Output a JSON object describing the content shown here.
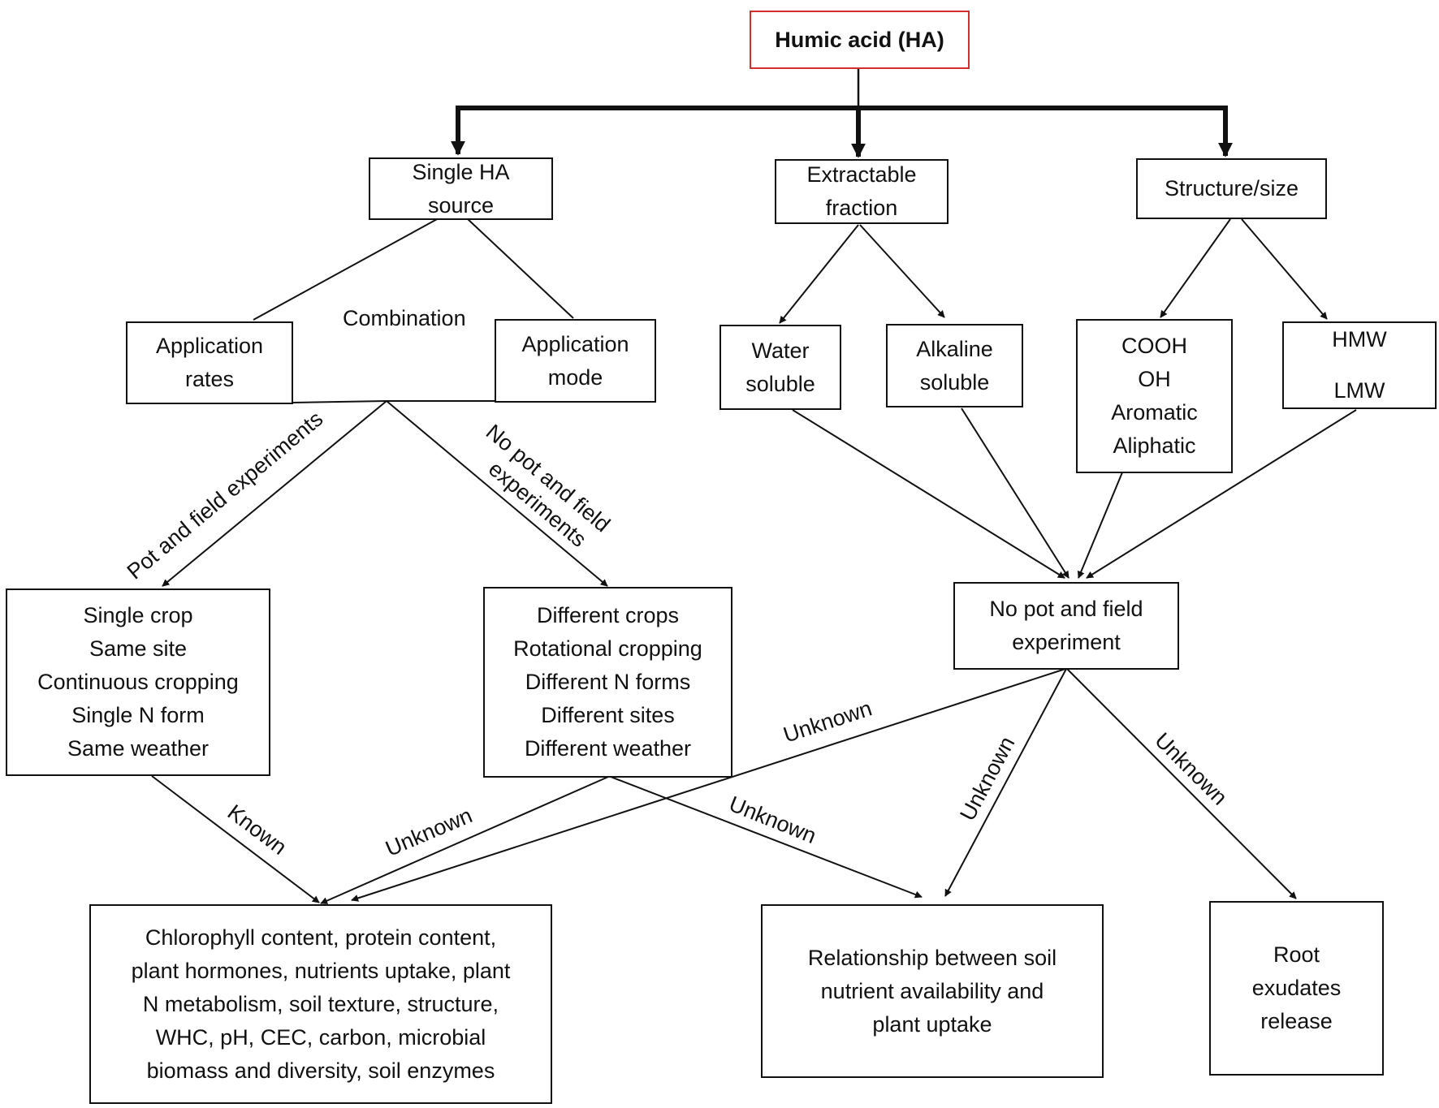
{
  "nodes": {
    "root": [
      "Humic acid (HA)"
    ],
    "single_source": [
      "Single HA",
      "source"
    ],
    "extractable": [
      "Extractable",
      "fraction"
    ],
    "structure": [
      "Structure/size"
    ],
    "app_rates": [
      "Application",
      "rates"
    ],
    "app_mode": [
      "Application",
      "mode"
    ],
    "water": [
      "Water",
      "soluble"
    ],
    "alkaline": [
      "Alkaline",
      "soluble"
    ],
    "groups": [
      "COOH",
      "OH",
      "Aromatic",
      "Aliphatic"
    ],
    "mw": [
      "HMW",
      "LMW"
    ],
    "single_crop": [
      "Single crop",
      "Same site",
      "Continuous cropping",
      "Single N form",
      "Same weather"
    ],
    "diff_crops": [
      "Different crops",
      "Rotational cropping",
      "Different N forms",
      "Different sites",
      "Different weather"
    ],
    "no_pot": [
      "No pot and field",
      "experiment"
    ],
    "outcomes": [
      "Chlorophyll content, protein content,",
      "plant hormones, nutrients uptake, plant",
      "N metabolism, soil texture, structure,",
      "WHC, pH, CEC, carbon, microbial",
      "biomass and diversity, soil enzymes"
    ],
    "relationship": [
      "Relationship between soil",
      "nutrient availability and",
      "plant uptake"
    ],
    "root_exudates": [
      "Root",
      "exudates",
      "release"
    ]
  },
  "labels": {
    "combination": "Combination",
    "pot_field": "Pot and field experiments",
    "no_pot_field_1": "No pot and field",
    "no_pot_field_2": "experiments",
    "known": "Known",
    "unknown_1": "Unknown",
    "unknown_2": "Unknown",
    "unknown_3": "Unknown",
    "unknown_4": "Unknown",
    "unknown_5": "Unknown"
  },
  "colors": {
    "root_border": "#d32f2f",
    "line": "#111111"
  }
}
